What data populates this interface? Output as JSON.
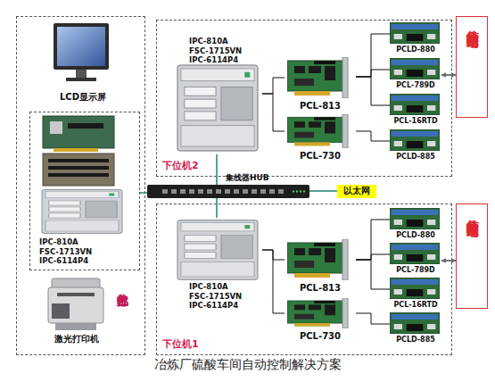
{
  "diagram": {
    "caption": "冶炼厂硫酸车间自动控制解决方案",
    "nodes": [
      {
        "text": [
          "主机部分"
        ]
      },
      {
        "text": [
          "LCD显示屏"
        ],
        "in": 0
      },
      {
        "text": [
          "IPC-810A",
          "FSC-1713VN",
          "IPC-6114P4"
        ],
        "in": 0
      },
      {
        "text": [
          "激光打印机"
        ],
        "in": 0
      },
      {
        "text": [
          "下位机2"
        ]
      },
      {
        "text": [
          "IPC-810A",
          "FSC-1715VN",
          "IPC-6114P4"
        ],
        "in": 4
      },
      {
        "text": [
          "PCL-813"
        ],
        "in": 4
      },
      {
        "text": [
          "PCL-730"
        ],
        "in": 4
      },
      {
        "text": [
          "PCLD-880"
        ],
        "in": 4
      },
      {
        "text": [
          "PCL-789D"
        ],
        "in": 4
      },
      {
        "text": [
          "PCL-16RTD"
        ],
        "in": 4
      },
      {
        "text": [
          "PCLD-885"
        ],
        "in": 4
      },
      {
        "text": [
          "信号输入输出端"
        ]
      },
      {
        "text": [
          "集线器HUB"
        ]
      },
      {
        "text": [
          "以太网"
        ]
      },
      {
        "text": [
          "下位机1"
        ]
      },
      {
        "text": [
          "IPC-810A",
          "FSC-1715VN",
          "IPC-6114P4"
        ],
        "in": 15
      },
      {
        "text": [
          "PCL-813"
        ],
        "in": 15
      },
      {
        "text": [
          "PCL-730"
        ],
        "in": 15
      },
      {
        "text": [
          "PCLD-880"
        ],
        "in": 15
      },
      {
        "text": [
          "PCL-789D"
        ],
        "in": 15
      },
      {
        "text": [
          "PCL-16RTD"
        ],
        "in": 15
      },
      {
        "text": [
          "PCLD-885"
        ],
        "in": 15
      },
      {
        "text": [
          "信号输入输出端"
        ]
      }
    ],
    "edges": [
      {
        "from": 2,
        "to": 13,
        "arrow": "none"
      },
      {
        "from": 13,
        "to": 5,
        "arrow": "none"
      },
      {
        "from": 13,
        "to": 16,
        "arrow": "none"
      },
      {
        "from": 13,
        "to": 14,
        "arrow": "none"
      },
      {
        "from": 5,
        "to": 6,
        "arrow": "none"
      },
      {
        "from": 5,
        "to": 7,
        "arrow": "none"
      },
      {
        "from": 6,
        "to": 8,
        "arrow": "none"
      },
      {
        "from": 6,
        "to": 9,
        "arrow": "none"
      },
      {
        "from": 6,
        "to": 10,
        "arrow": "none"
      },
      {
        "from": 7,
        "to": 11,
        "arrow": "none"
      },
      {
        "from": 9,
        "to": 12,
        "arrow": "both"
      },
      {
        "from": 16,
        "to": 17,
        "arrow": "none"
      },
      {
        "from": 16,
        "to": 18,
        "arrow": "none"
      },
      {
        "from": 17,
        "to": 19,
        "arrow": "none"
      },
      {
        "from": 17,
        "to": 20,
        "arrow": "none"
      },
      {
        "from": 17,
        "to": 21,
        "arrow": "none"
      },
      {
        "from": 18,
        "to": 22,
        "arrow": "none"
      },
      {
        "from": 20,
        "to": 23,
        "arrow": "both"
      }
    ]
  }
}
